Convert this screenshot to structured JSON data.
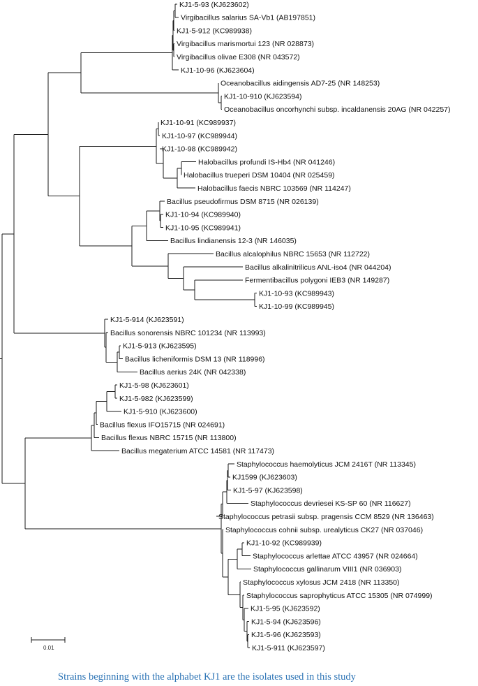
{
  "tree": {
    "leaves": [
      "KJ1-5-93 (KJ623602)",
      "Virgibacillus salarius SA-Vb1 (AB197851)",
      "KJ1-5-912 (KC989938)",
      "Virgibacillus marismortui 123 (NR 028873)",
      "Virgibacillus olivae E308 (NR 043572)",
      "KJ1-10-96 (KJ623604)",
      "Oceanobacillus aidingensis AD7-25 (NR 148253)",
      "KJ1-10-910 (KJ623594)",
      "Oceanobacillus oncorhynchi subsp. incaldanensis 20AG (NR 042257)",
      "KJ1-10-91 (KC989937)",
      "KJ1-10-97 (KC989944)",
      "KJ1-10-98 (KC989942)",
      "Halobacillus profundi IS-Hb4 (NR 041246)",
      "Halobacillus trueperi DSM 10404 (NR 025459)",
      "Halobacillus faecis NBRC 103569 (NR 114247)",
      "Bacillus pseudofirmus DSM 8715 (NR 026139)",
      "KJ1-10-94 (KC989940)",
      "KJ1-10-95 (KC989941)",
      "Bacillus lindianensis 12-3 (NR 146035)",
      "Bacillus alcalophilus NBRC 15653 (NR 112722)",
      "Bacillus alkalinitrilicus ANL-iso4 (NR 044204)",
      "Fermentibacillus polygoni IEB3 (NR 149287)",
      "KJ1-10-93 (KC989943)",
      "KJ1-10-99 (KC989945)",
      "KJ1-5-914 (KJ623591)",
      "Bacillus sonorensis NBRC 101234 (NR 113993)",
      "KJ1-5-913 (KJ623595)",
      "Bacillus licheniformis DSM 13 (NR 118996)",
      "Bacillus aerius 24K (NR 042338)",
      "KJ1-5-98 (KJ623601)",
      "KJ1-5-982 (KJ623599)",
      "KJ1-5-910 (KJ623600)",
      "Bacillus flexus IFO15715 (NR 024691)",
      "Bacillus flexus NBRC 15715 (NR 113800)",
      "Bacillus megaterium ATCC 14581 (NR 117473)",
      "Staphylococcus haemolyticus JCM 2416T (NR 113345)",
      "KJ1599 (KJ623603)",
      "KJ1-5-97 (KJ623598)",
      "Staphylococcus devriesei KS-SP 60 (NR 116627)",
      "Staphylococcus petrasii subsp. pragensis CCM 8529 (NR 136463)",
      "Staphylococcus cohnii subsp. urealyticus CK27 (NR 037046)",
      "KJ1-10-92 (KC989939)",
      "Staphylococcus arlettae ATCC 43957 (NR 024664)",
      "Staphylococcus gallinarum VIII1 (NR 036903)",
      "Staphylococcus xylosus JCM 2418 (NR 113350)",
      "Staphylococcus saprophyticus ATCC 15305 (NR 074999)",
      "KJ1-5-95 (KJ623592)",
      "KJ1-5-94 (KJ623596)",
      "KJ1-5-96 (KJ623593)",
      "KJ1-5-911 (KJ623597)"
    ],
    "scale_bar_label": "0.01"
  },
  "caption": "Strains beginning with the alphabet KJ1 are the isolates used in this study"
}
